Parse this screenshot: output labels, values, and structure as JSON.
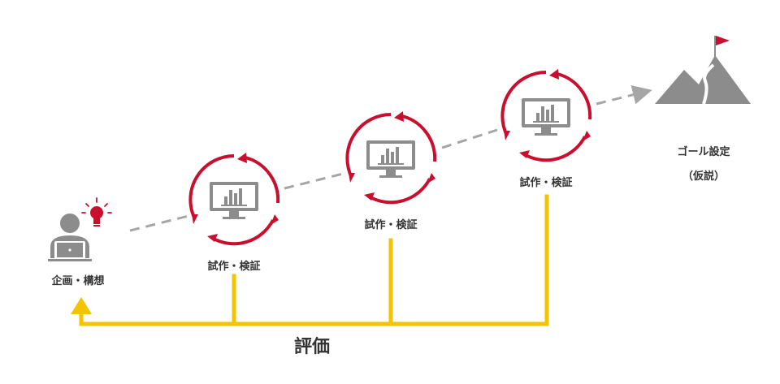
{
  "colors": {
    "accent_red": "#c8102e",
    "feedback_yellow": "#f2c500",
    "icon_gray": "#8c8c8c",
    "dashed_gray": "#a6a6a6",
    "text": "#333333"
  },
  "nodes": {
    "start": {
      "label": "企画・構想",
      "icons": [
        "person-at-laptop-icon",
        "lightbulb-icon"
      ]
    },
    "cycles": [
      {
        "label": "試作・検証",
        "icon": "monitor-chart-icon"
      },
      {
        "label": "試作・検証",
        "icon": "monitor-chart-icon"
      },
      {
        "label": "試作・検証",
        "icon": "monitor-chart-icon"
      }
    ],
    "goal": {
      "label": "ゴール設定",
      "sublabel": "（仮説）",
      "icon": "mountain-flag-icon"
    }
  },
  "feedback": {
    "label": "評価"
  }
}
